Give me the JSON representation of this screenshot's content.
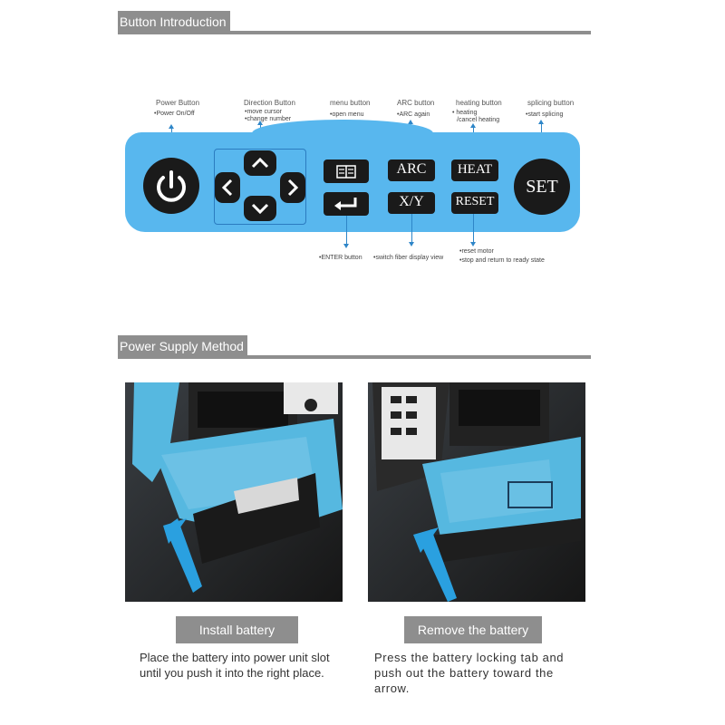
{
  "sections": {
    "button_intro": "Button Introduction",
    "power_supply": "Power Supply Method"
  },
  "buttons": {
    "power": {
      "title": "Power Button",
      "desc": "•Power On/Off"
    },
    "direction": {
      "title": "Direction Button",
      "desc1": "•move cursor",
      "desc2": "•change number"
    },
    "menu": {
      "title": "menu button",
      "desc": "•open menu"
    },
    "arc": {
      "title": "ARC button",
      "desc": "•ARC again",
      "key": "ARC"
    },
    "heating": {
      "title": "heating button",
      "desc1": "• heating",
      "desc2": "/cancel heating",
      "key": "HEAT"
    },
    "splicing": {
      "title": "splicing button",
      "desc": "•start splicing",
      "key": "SET"
    },
    "enter": {
      "desc": "•ENTER button"
    },
    "xy": {
      "desc": "•switch fiber display view",
      "key": "X/Y"
    },
    "reset": {
      "desc1": "•reset motor",
      "desc2": "•stop and return to ready state",
      "key": "RESET"
    }
  },
  "install": {
    "caption": "Install battery",
    "line1": "Place the battery into power unit slot",
    "line2": "until you push it into the right place."
  },
  "remove": {
    "caption": "Remove the battery",
    "line1": "Press the battery locking tab and",
    "line2": "push out the battery toward the",
    "line3": "arrow."
  },
  "colors": {
    "panel": "#58b7ee",
    "arrow": "#2e86c8",
    "header": "#8e8e8e"
  }
}
